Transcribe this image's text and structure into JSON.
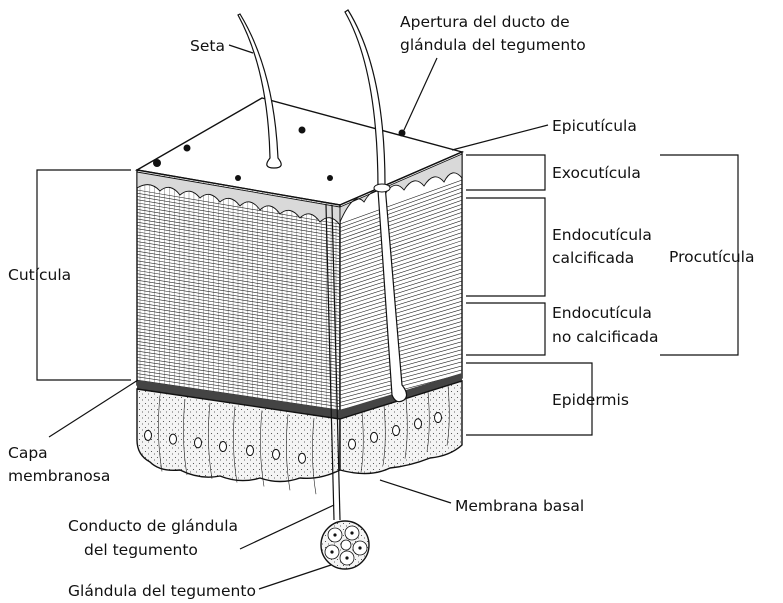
{
  "labels": {
    "seta": "Seta",
    "apertura_l1": "Apertura del ducto de",
    "apertura_l2": "glándula del tegumento",
    "epicuticula": "Epicutícula",
    "exocuticula": "Exocutícula",
    "endo_calc_l1": "Endocutícula",
    "endo_calc_l2": "calcificada",
    "endo_nocalc_l1": "Endocutícula",
    "endo_nocalc_l2": "no calcificada",
    "procuticula": "Procutícula",
    "epidermis": "Epidermis",
    "cuticula": "Cutícula",
    "capa_l1": "Capa",
    "capa_l2": "membranosa",
    "membrana_basal": "Membrana basal",
    "conducto_l1": "Conducto de glándula",
    "conducto_l2": "del tegumento",
    "glandula": "Glándula del tegumento"
  },
  "colors": {
    "ink": "#111111",
    "paper": "#ffffff",
    "shade": "#e4e4e4"
  }
}
